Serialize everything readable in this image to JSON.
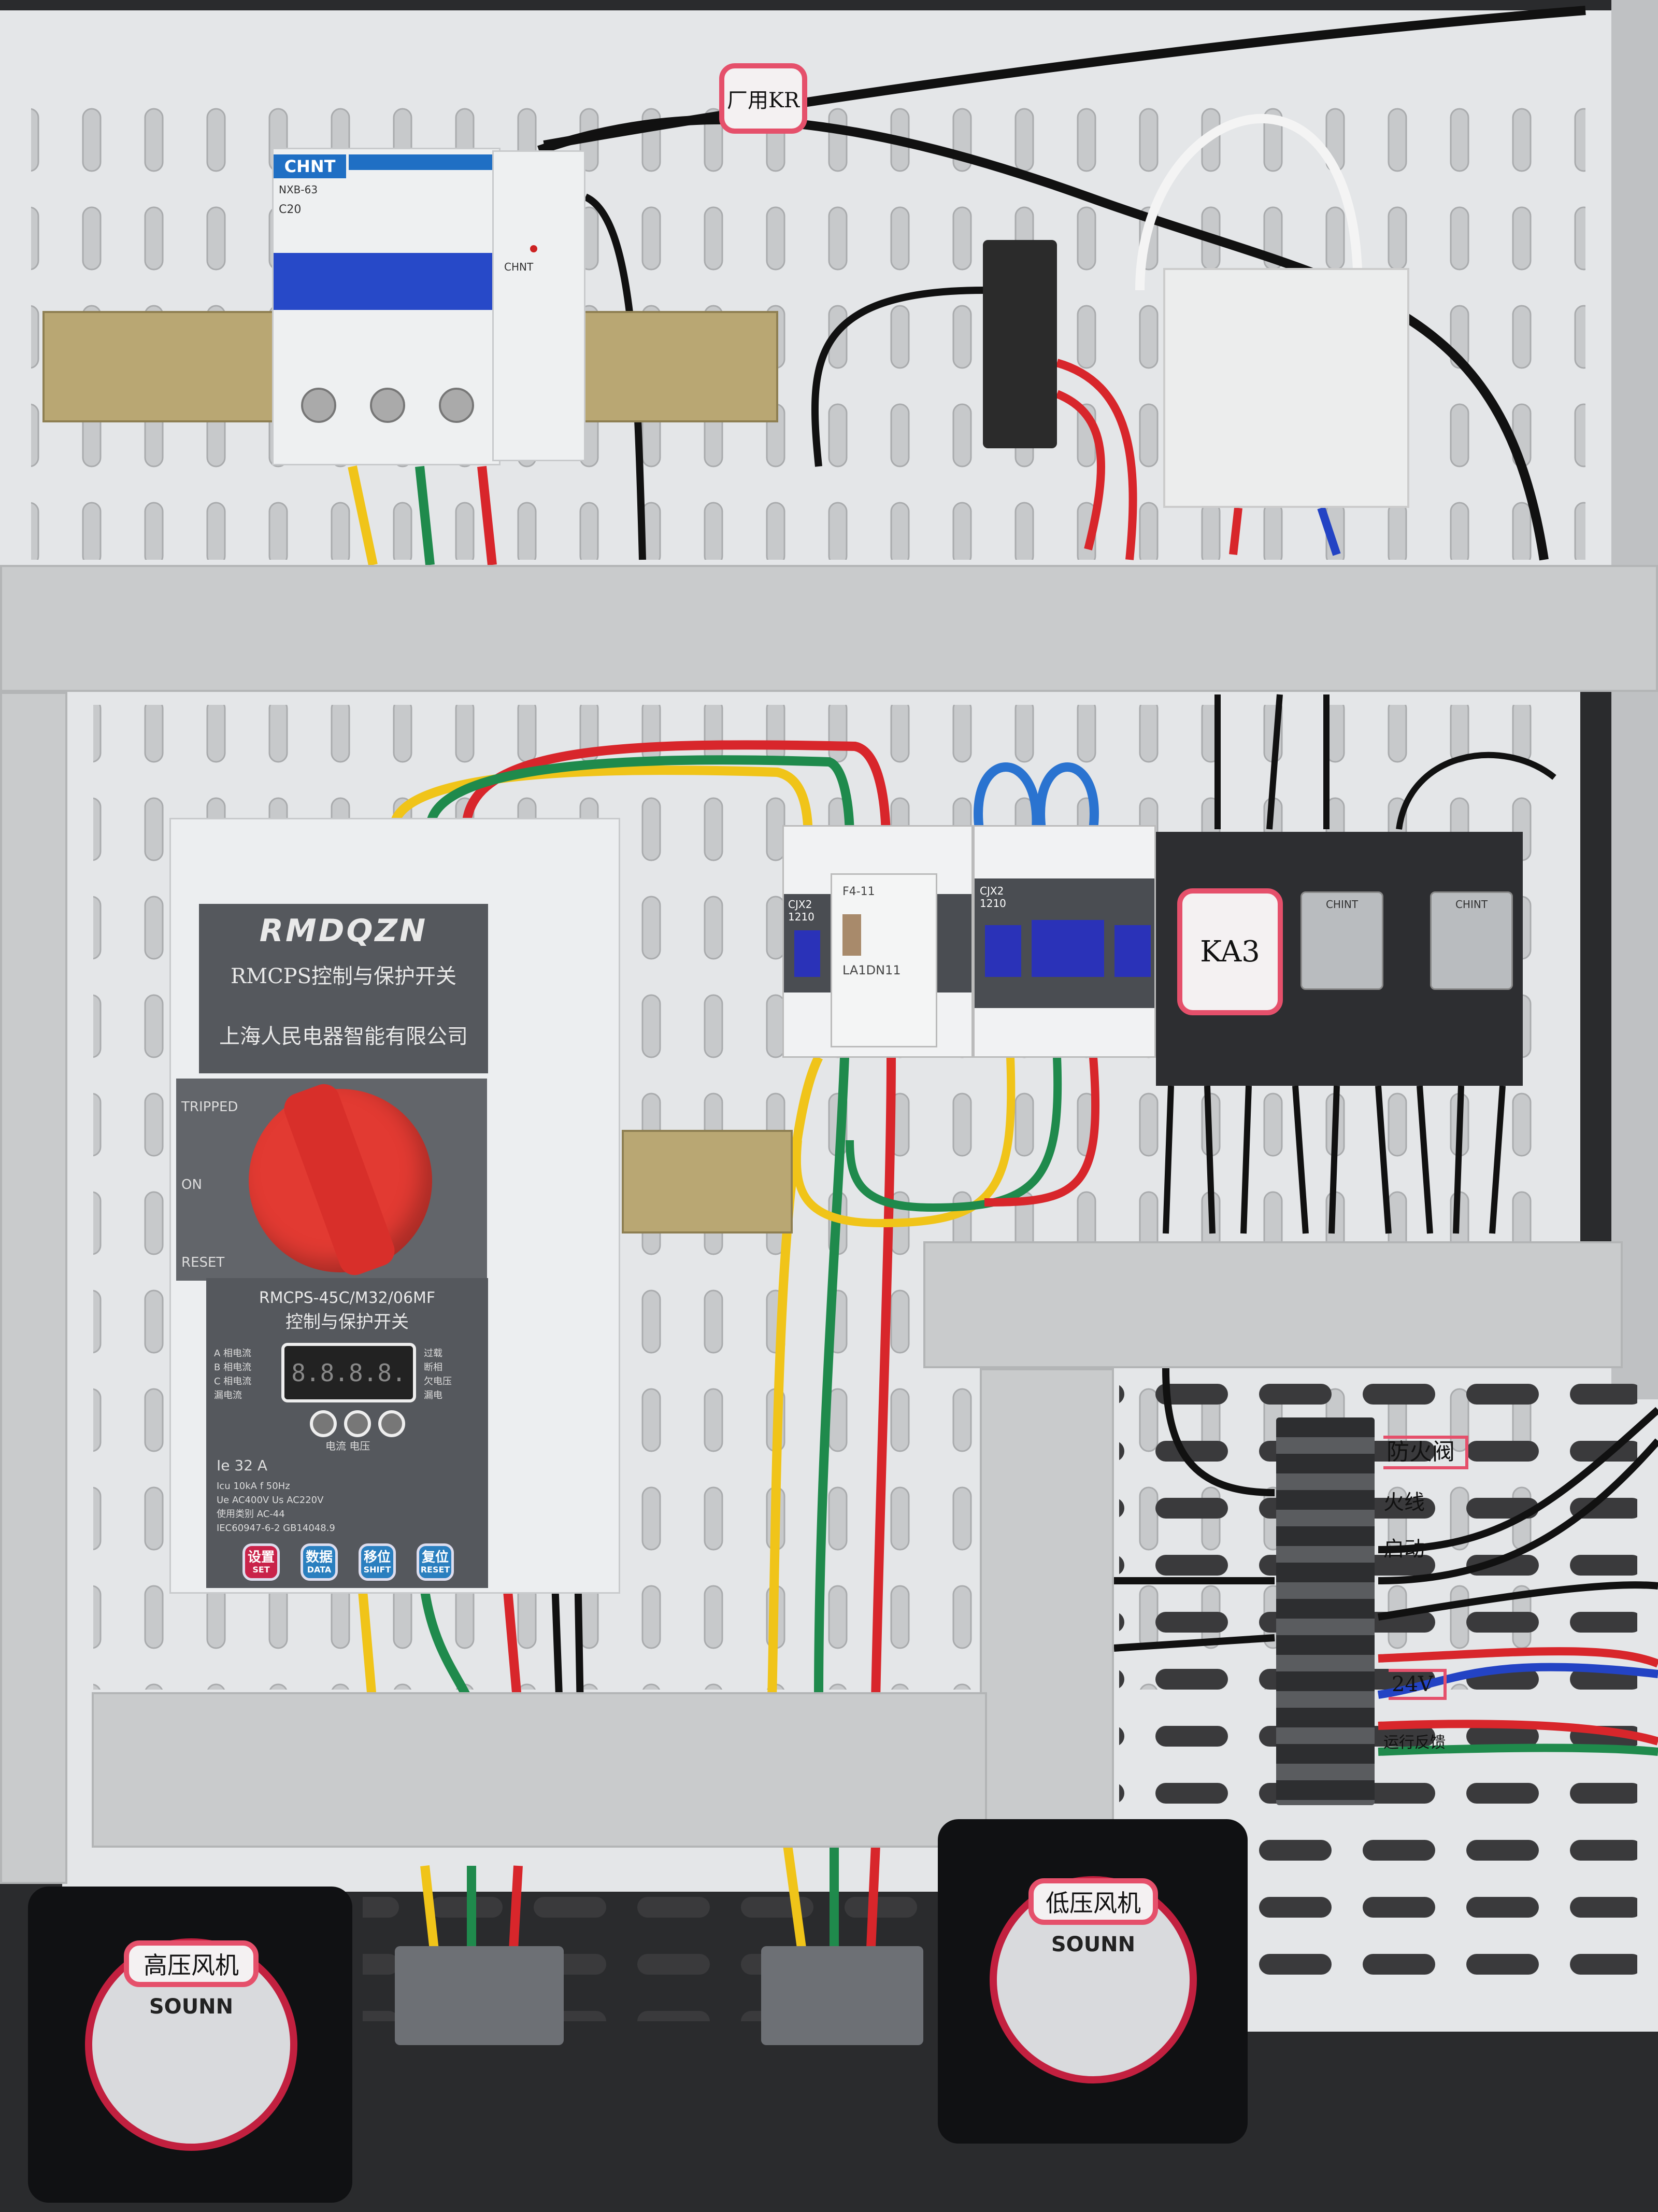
{
  "top_section": {
    "breaker": {
      "brand": "CHNT",
      "model_text": "NXB-63",
      "rating": "C20"
    },
    "spd_brand": "CHNT",
    "wire_tag": "厂用KR"
  },
  "motor_protector": {
    "brand_logo": "RMDQZN",
    "product_name": "RMCPS控制与保护开关",
    "manufacturer": "上海人民电器智能有限公司",
    "knob_positions": [
      "TRIPPED",
      "ON",
      "RESET"
    ],
    "model": "RMCPS-45C/M32/06MF",
    "display_title": "控制与保护开关",
    "display_value": "8.8.8.8.",
    "indicator_caption": "电流 电压",
    "rated_current": "Ie 32 A",
    "spec_lines": [
      "Icu 10kA   f 50Hz",
      "Ue AC400V  Us AC220V",
      "使用类别 AC-44",
      "IEC60947-6-2 GB14048.9"
    ],
    "left_legend": [
      "A 相电流",
      "B 相电流",
      "C 相电流",
      "漏电流"
    ],
    "right_legend": [
      "过载",
      "断相",
      "欠电压",
      "漏电"
    ],
    "buttons": [
      {
        "label": "设置",
        "sub": "SET",
        "color": "#c9234a"
      },
      {
        "label": "数据",
        "sub": "DATA",
        "color": "#2a7fbf"
      },
      {
        "label": "移位",
        "sub": "SHIFT",
        "color": "#2a7fbf"
      },
      {
        "label": "复位",
        "sub": "RESET",
        "color": "#2a7fbf"
      }
    ]
  },
  "contactors": [
    {
      "model": "CJX2\n1210",
      "aux_block": "F4-11",
      "aux_model": "LA1DN11"
    },
    {
      "model": "CJX2\n1210"
    }
  ],
  "relay_tag": "KA3",
  "relays": [
    {
      "brand": "CHINT"
    },
    {
      "brand": "CHINT"
    }
  ],
  "terminal_labels": [
    "防火阀",
    "火线",
    "启动",
    "24V",
    "运行反馈"
  ],
  "fans": [
    {
      "tag": "高压风机",
      "brand": "SOUNN"
    },
    {
      "tag": "低压风机",
      "brand": "SOUNN"
    }
  ],
  "colors": {
    "panel": "#e4e6e8",
    "duct": "#c9cbcc",
    "wire_red": "#d8262b",
    "wire_yellow": "#f0c419",
    "wire_green": "#1f8a4c",
    "wire_blue": "#2343c4",
    "tag_border": "#e5506b"
  }
}
